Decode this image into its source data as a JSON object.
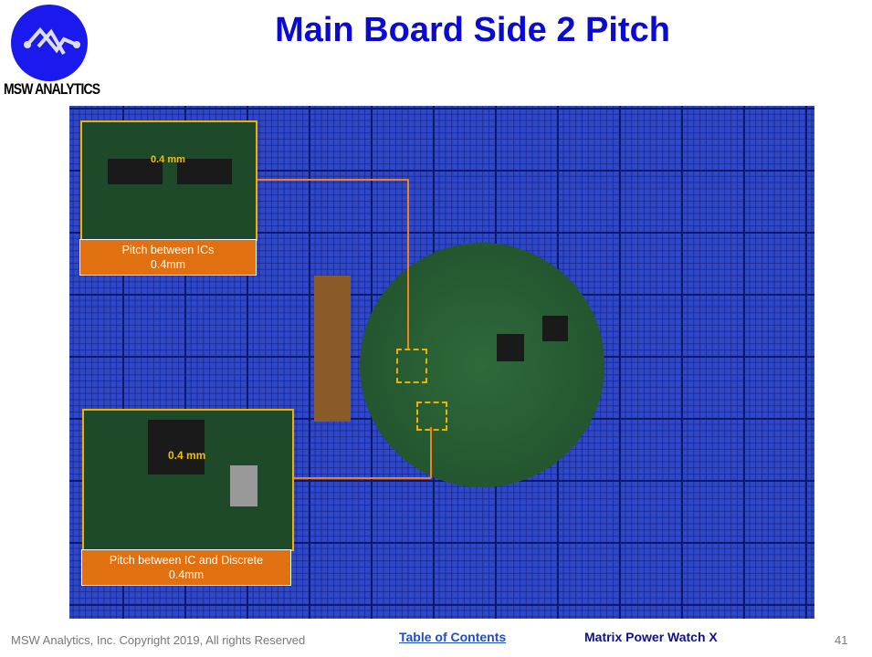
{
  "logo": {
    "text": "MSW ANALYTICS"
  },
  "title": "Main Board Side 2 Pitch",
  "insets": [
    {
      "dimension": "0.4 mm",
      "label_line1": "Pitch between  ICs",
      "label_line2": "0.4mm"
    },
    {
      "dimension": "0.4 mm",
      "label_line1": "Pitch between  IC and Discrete",
      "label_line2": "0.4mm"
    }
  ],
  "footer": {
    "copyright": "MSW Analytics, Inc. Copyright 2019, All rights Reserved",
    "toc_link": "Table of Contents",
    "product": "Matrix Power Watch X",
    "page": "41"
  }
}
